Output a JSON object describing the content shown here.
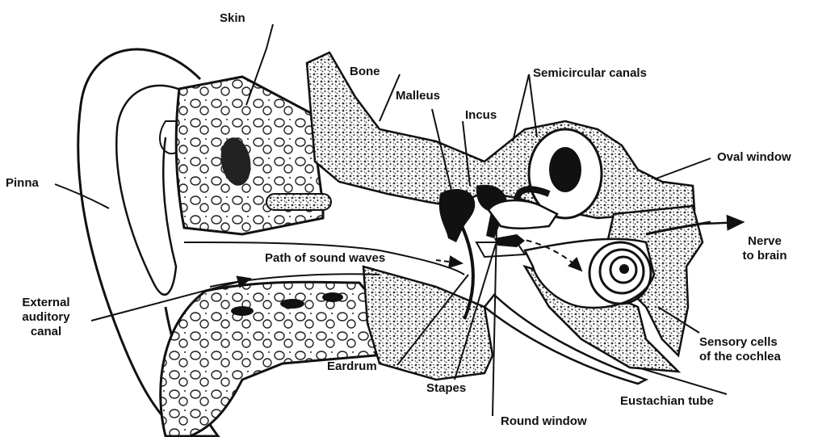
{
  "labels": {
    "skin": "Skin",
    "bone": "Bone",
    "malleus": "Malleus",
    "incus": "Incus",
    "semicircular_canals": "Semicircular canals",
    "oval_window": "Oval window",
    "pinna": "Pinna",
    "path_of_sound_waves": "Path of sound waves",
    "nerve_line1": "Nerve",
    "nerve_line2": "to brain",
    "external_line1": "External",
    "external_line2": "auditory",
    "external_line3": "canal",
    "eardrum": "Eardrum",
    "stapes": "Stapes",
    "sensory_line1": "Sensory cells",
    "sensory_line2": "of the cochlea",
    "eustachian_tube": "Eustachian tube",
    "round_window": "Round window"
  },
  "colors": {
    "ink": "#111111",
    "stipple": "#555555",
    "background": "#ffffff"
  }
}
